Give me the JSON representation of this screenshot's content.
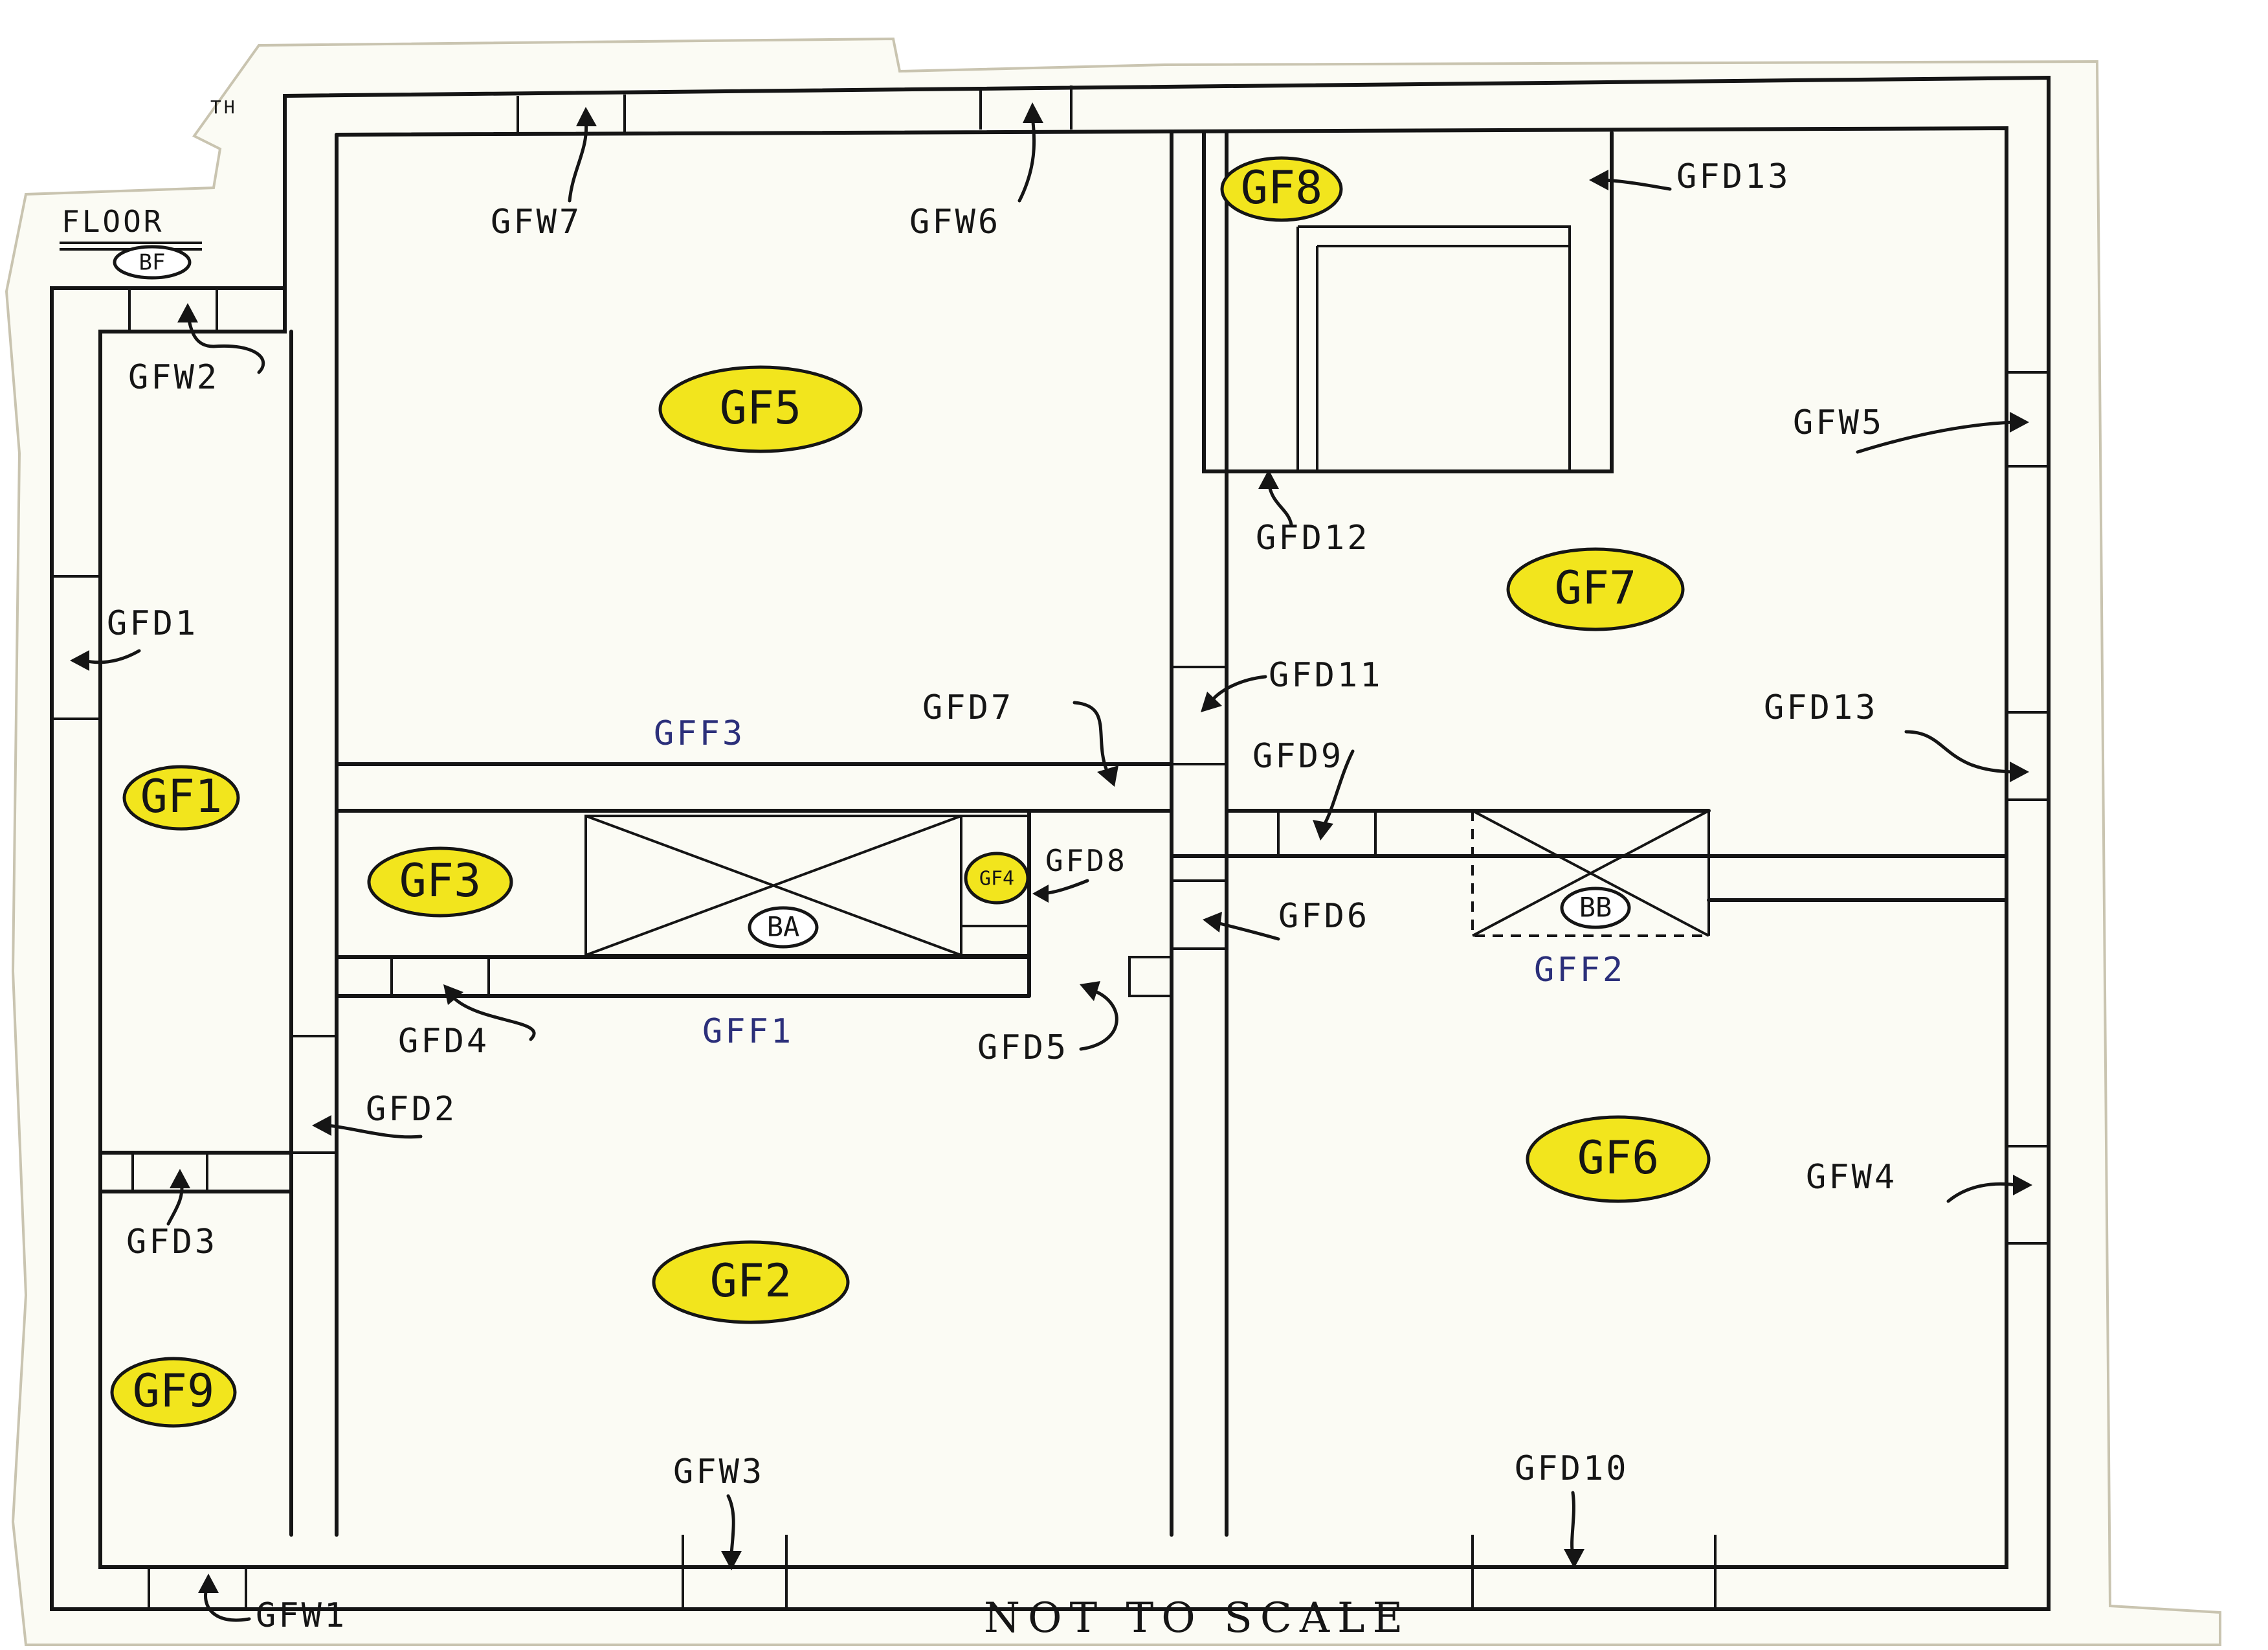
{
  "header": {
    "floor_label": "FLOOR",
    "floor_badge": "BF",
    "floor_sup": "TH"
  },
  "footer": {
    "note": "NOT TO SCALE"
  },
  "rooms": {
    "gf1": "GF1",
    "gf2": "GF2",
    "gf3": "GF3",
    "gf4": "GF4",
    "gf5": "GF5",
    "gf6": "GF6",
    "gf7": "GF7",
    "gf8": "GF8",
    "gf9": "GF9"
  },
  "fixtures": {
    "ba": "BA",
    "bb": "BB"
  },
  "features": {
    "gff1": "GFF1",
    "gff2": "GFF2",
    "gff3": "GFF3"
  },
  "windows": {
    "gfw1": "GFW1",
    "gfw2": "GFW2",
    "gfw3": "GFW3",
    "gfw4": "GFW4",
    "gfw5": "GFW5",
    "gfw6": "GFW6",
    "gfw7": "GFW7"
  },
  "doors": {
    "gfd1": "GFD1",
    "gfd2": "GFD2",
    "gfd3": "GFD3",
    "gfd4": "GFD4",
    "gfd5": "GFD5",
    "gfd6": "GFD6",
    "gfd7": "GFD7",
    "gfd8": "GFD8",
    "gfd9": "GFD9",
    "gfd10": "GFD10",
    "gfd11": "GFD11",
    "gfd12": "GFD12",
    "gfd13_top": "GFD13",
    "gfd13_right": "GFD13"
  },
  "colors": {
    "highlight": "#f2e51d",
    "ink": "#151515",
    "pencil_blue": "#2b2f7a",
    "paper": "#fbfbf4"
  }
}
